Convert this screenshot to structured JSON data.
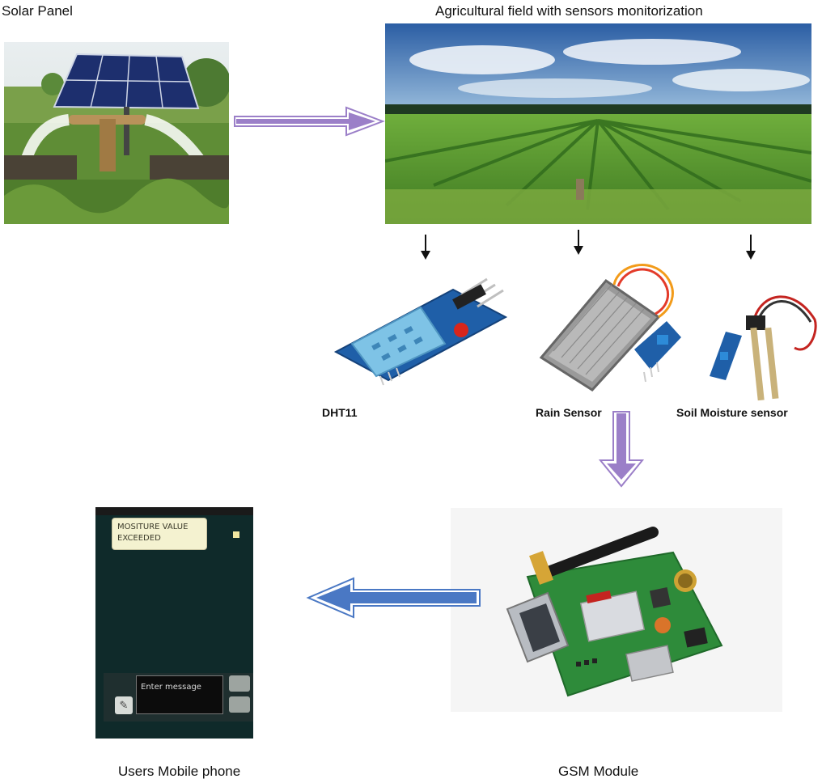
{
  "captions": {
    "solar_panel": "Solar Panel",
    "field": "Agricultural field with sensors monitorization",
    "dht11": "DHT11",
    "rain_sensor": "Rain Sensor",
    "soil_moisture": "Soil Moisture sensor",
    "gsm_module": "GSM Module",
    "mobile_phone": "Users Mobile phone"
  },
  "phone": {
    "alert_message": "MOSITURE VALUE EXCEEDED",
    "input_placeholder": "Enter message"
  },
  "colors": {
    "purple_arrow": "#9b7fc8",
    "blue_arrow": "#4a78c4",
    "sky": "#3d6fb0",
    "field_green": "#5e9a2e",
    "pcb_blue": "#1f5fa8",
    "pcb_green": "#2e8b3a",
    "phone_screen": "#0f2a2a"
  }
}
